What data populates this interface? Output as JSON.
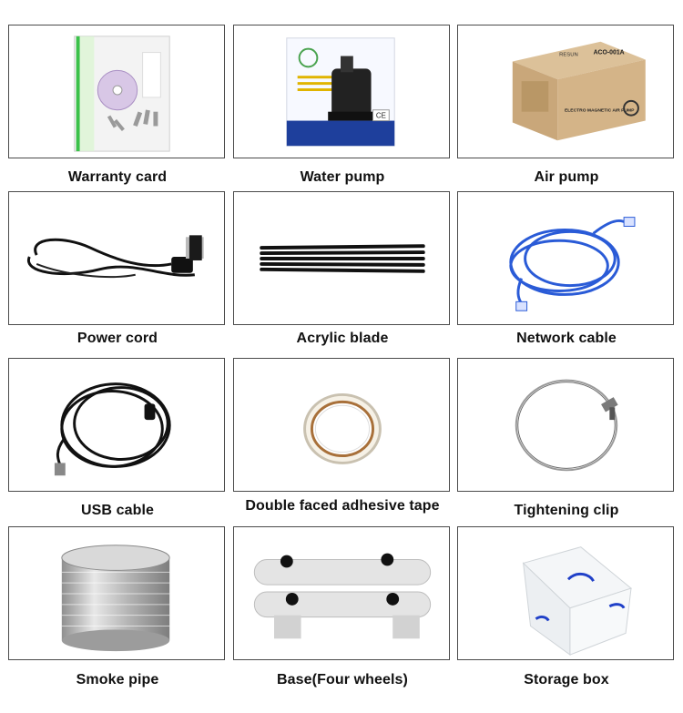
{
  "items": [
    {
      "label": "Warranty card",
      "icon": "warranty-card-icon"
    },
    {
      "label": "Water pump",
      "icon": "water-pump-icon"
    },
    {
      "label": "Air pump",
      "icon": "air-pump-icon"
    },
    {
      "label": "Power cord",
      "icon": "power-cord-icon"
    },
    {
      "label": "Acrylic blade",
      "icon": "acrylic-blade-icon"
    },
    {
      "label": "Network cable",
      "icon": "network-cable-icon"
    },
    {
      "label": "USB cable",
      "icon": "usb-cable-icon"
    },
    {
      "label": "Double faced adhesive tape",
      "icon": "adhesive-tape-icon"
    },
    {
      "label": "Tightening clip",
      "icon": "tightening-clip-icon"
    },
    {
      "label": "Smoke pipe",
      "icon": "smoke-pipe-icon"
    },
    {
      "label": "Base(Four wheels)",
      "icon": "base-wheels-icon"
    },
    {
      "label": "Storage box",
      "icon": "storage-box-icon"
    }
  ],
  "product_text": {
    "air_pump_model": "ACO-001A",
    "air_pump_title": "ELECTRO MAGNETIC AIR PUMP",
    "air_pump_brand": "RESUN",
    "water_pump_ce": "CE"
  },
  "colors": {
    "frame_border": "#4a4a4a",
    "network_cable": "#2a5bd7",
    "carton": "#c9a77a"
  }
}
